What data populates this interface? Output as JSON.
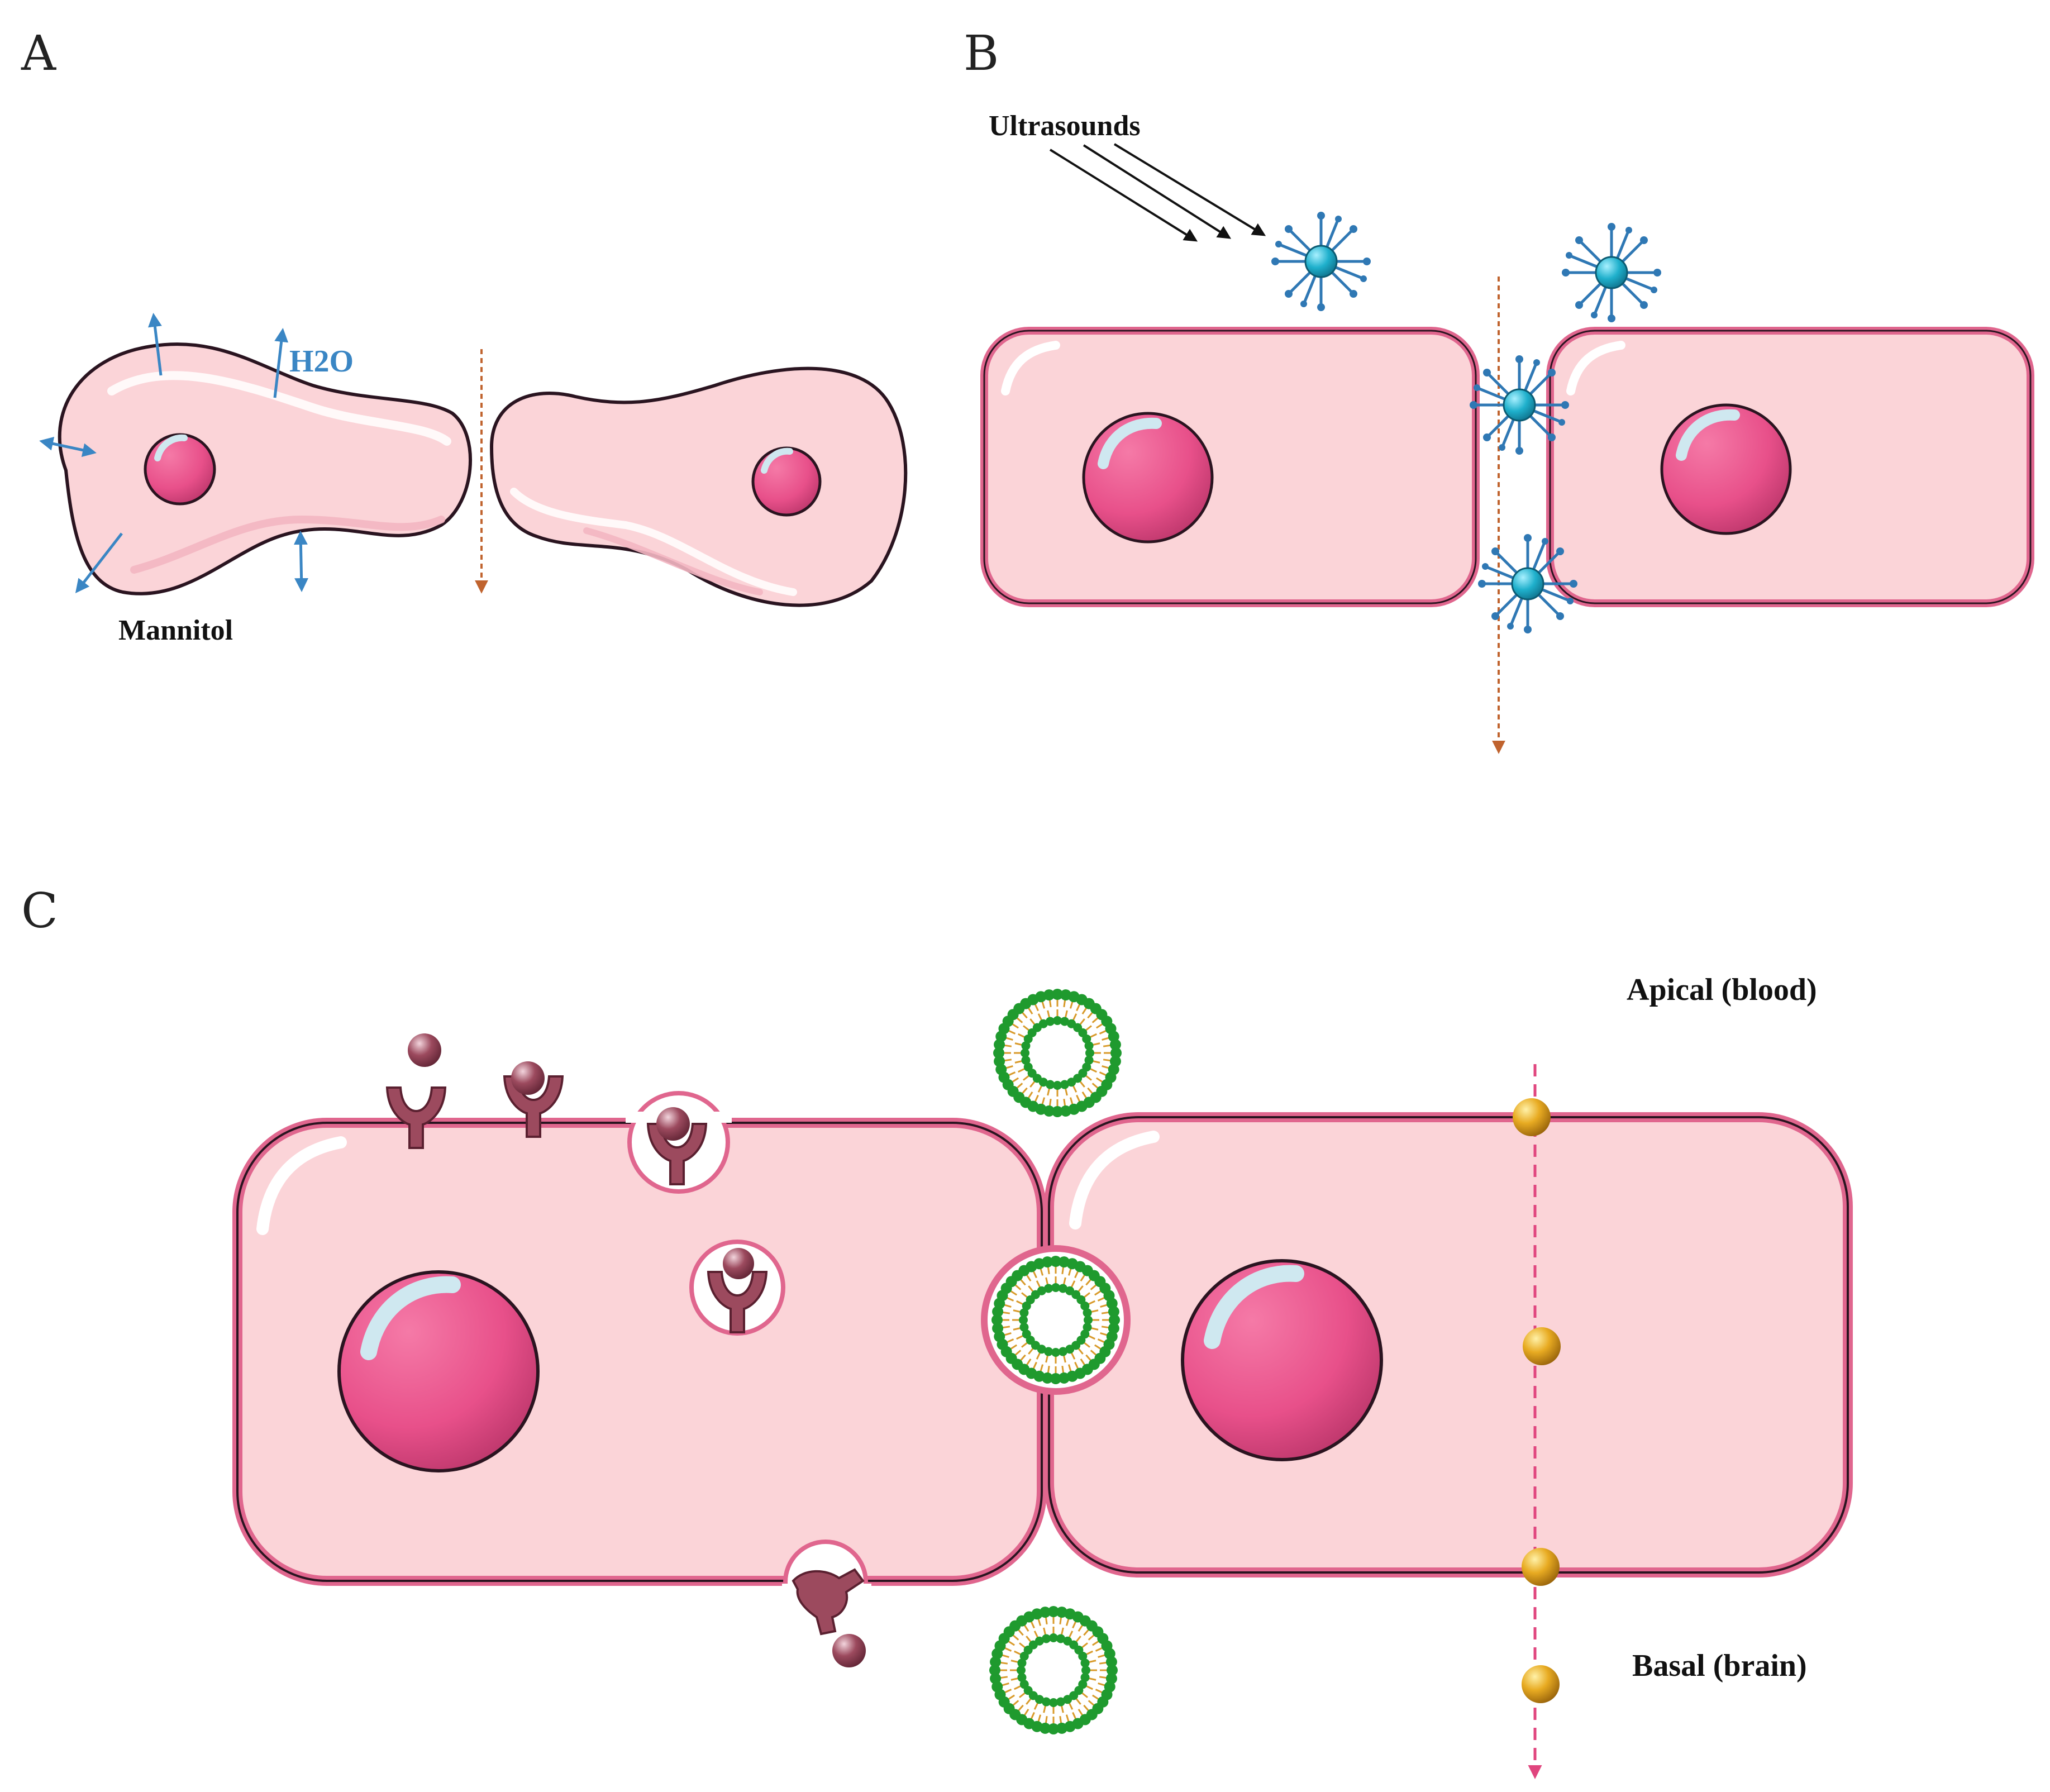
{
  "figure": {
    "panel_a": {
      "letter": "A",
      "water_label": "H2O",
      "agent_label": "Mannitol"
    },
    "panel_b": {
      "letter": "B",
      "energy_label": "Ultrasounds"
    },
    "panel_c": {
      "letter": "C",
      "apical_label": "Apical (blood)",
      "basal_label": "Basal (brain)"
    }
  },
  "colors": {
    "cytoplasm": "#fbd4d8",
    "membrane": "#e0668e",
    "outline": "#2a1420",
    "nucleus": "#e8508a",
    "nucleus_shade": "#c23c74",
    "nucleus_highlight": "#cfe8f0",
    "arrow_blue": "#3a86c4",
    "dashed_orange": "#c0632e",
    "dashed_pink": "#e0457e",
    "microbubble": "#1fa6c0",
    "ligand": "#9c4a5e",
    "liposome_green": "#1f9a2e",
    "liposome_tail": "#d89a2a",
    "gold_particle": "#d99a1a"
  }
}
